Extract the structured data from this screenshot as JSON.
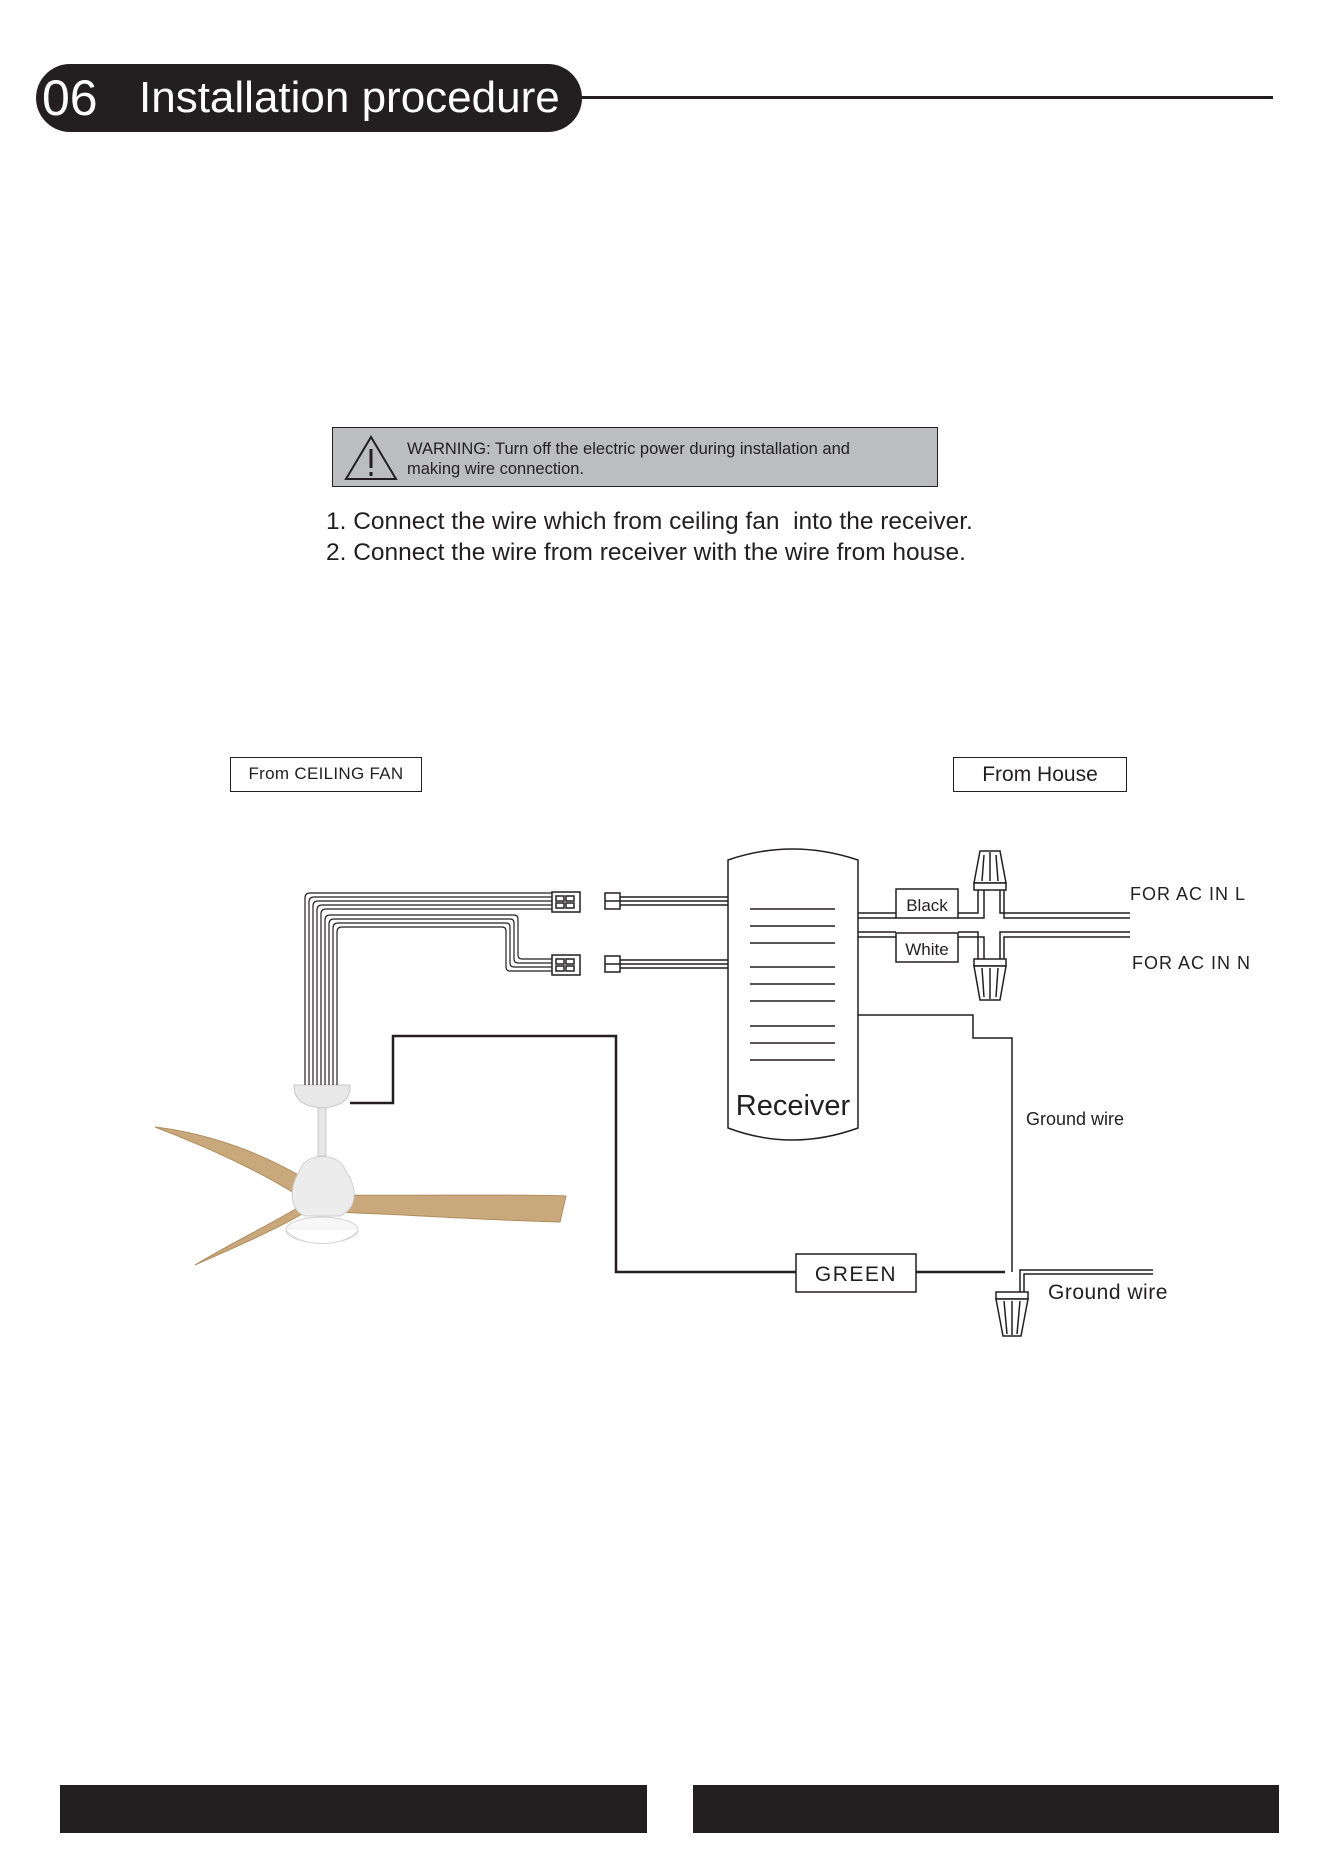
{
  "header": {
    "section_number": "06",
    "section_title": "Installation procedure"
  },
  "warning": {
    "text_line1": "WARNING: Turn off the electric power during installation and",
    "text_line2": "making wire connection."
  },
  "steps": [
    "1. Connect the wire which from ceiling fan  into the receiver.",
    "2. Connect the wire from receiver with the wire from house."
  ],
  "diagram": {
    "from_ceiling_fan": "From CEILING FAN",
    "from_house": "From House",
    "receiver": "Receiver",
    "black": "Black",
    "white": "White",
    "ac_l": "FOR AC IN L",
    "ac_n": "FOR AC IN N",
    "ground_wire_upper": "Ground wire",
    "ground_wire_lower": "Ground wire",
    "green": "GREEN"
  },
  "colors": {
    "dark": "#231f20",
    "warning_bg": "#bcbdc0",
    "blade_wood": "#c9a97c",
    "fan_body": "#e8e8e8"
  }
}
